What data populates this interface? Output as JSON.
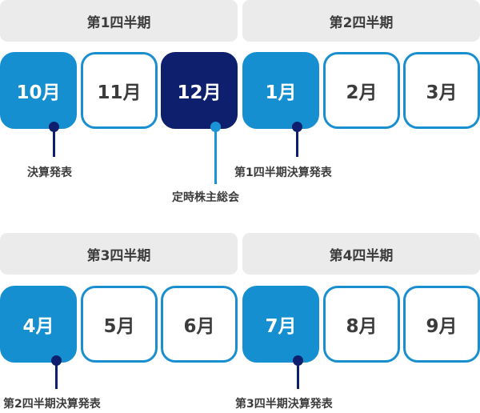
{
  "quarters": [
    {
      "label": "第1四半期"
    },
    {
      "label": "第2四半期"
    },
    {
      "label": "第3四半期"
    },
    {
      "label": "第4四半期"
    }
  ],
  "months": [
    "10月",
    "11月",
    "12月",
    "1月",
    "2月",
    "3月",
    "4月",
    "5月",
    "6月",
    "7月",
    "8月",
    "9月"
  ],
  "events": {
    "earnings_release": "決算発表",
    "agm": "定時株主総会",
    "q1_earnings": "第1四半期決算発表",
    "q2_earnings": "第2四半期決算発表",
    "q3_earnings": "第3四半期決算発表"
  },
  "colors": {
    "accent_blue": "#168fd1",
    "navy": "#0e1f6e",
    "header_gray": "#ebebeb",
    "text": "#3c3c3c"
  }
}
